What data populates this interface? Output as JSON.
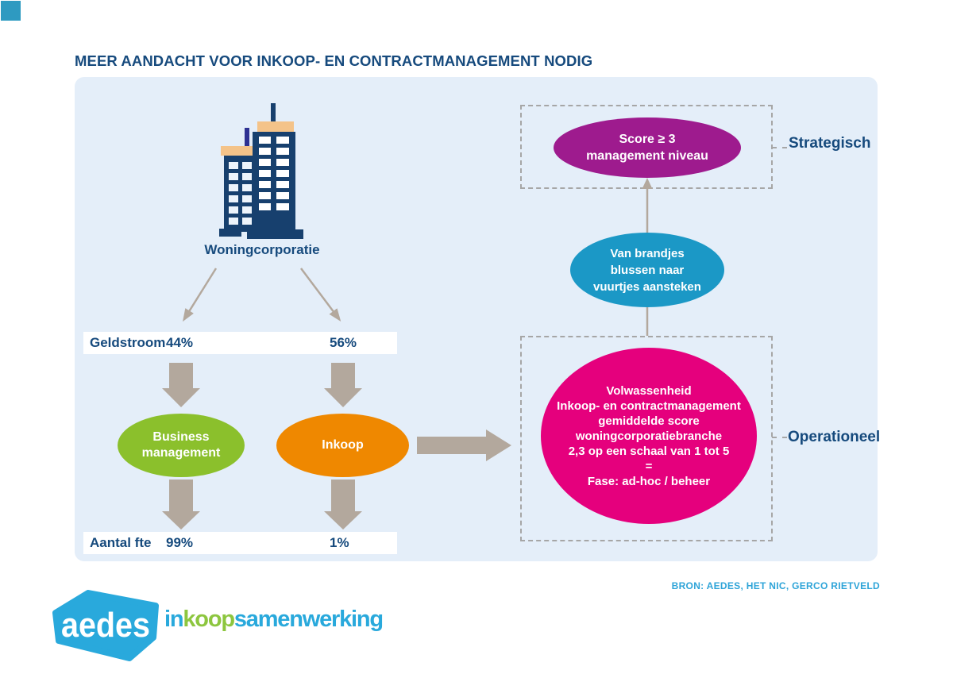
{
  "title": "MEER AANDACHT VOOR INKOOP- EN CONTRACTMANAGEMENT NODIG",
  "colors": {
    "navy_text": "#164a7d",
    "panel_bg": "#e4eef9",
    "arrow_taupe": "#b3a89d",
    "green": "#8bc02c",
    "orange": "#ef8800",
    "pink": "#e5007d",
    "purple": "#9e1b8e",
    "blue": "#1b98c6",
    "logo_blue": "#29a9dc",
    "logo_green": "#8dc63f",
    "dash_gray": "#a6a6a6",
    "building_navy": "#17406e",
    "building_roof_tan": "#f4c389",
    "corner_square": "#2e9ac1"
  },
  "diagram": {
    "building_label": "Woningcorporatie",
    "geldstroom_bar": {
      "label": "Geldstroom",
      "left_value": "44%",
      "right_value": "56%"
    },
    "business_ellipse": {
      "lines": [
        "Business",
        "management"
      ]
    },
    "inkoop_ellipse": {
      "label": "Inkoop"
    },
    "fte_bar": {
      "label": "Aantal fte",
      "left_value": "99%",
      "right_value": "1%"
    },
    "maturity_ellipse": {
      "lines": [
        "Volwassenheid",
        "Inkoop- en contractmanagement",
        "gemiddelde score",
        "woningcorporatiebranche",
        "2,3 op een schaal van 1 tot 5",
        "=",
        "Fase: ad-hoc / beheer"
      ]
    },
    "transition_ellipse": {
      "lines": [
        "Van brandjes",
        "blussen naar",
        "vuurtjes aansteken"
      ]
    },
    "strategic_ellipse": {
      "lines": [
        "Score ≥ 3",
        "management niveau"
      ]
    },
    "strategisch_label": "Strategisch",
    "operationeel_label": "Operationeel"
  },
  "footer": {
    "source": "BRON: AEDES, HET NIC, GERCO RIETVELD",
    "logo_text": "aedes",
    "wordmark": {
      "part1": "in",
      "part2": "koop",
      "part3": "samenwerking"
    }
  }
}
